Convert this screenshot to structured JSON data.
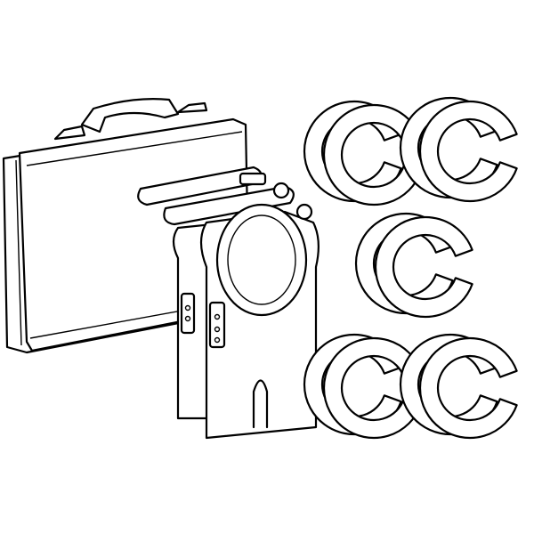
{
  "illustration": {
    "items": [
      "carrying-case",
      "clamp-tool-left",
      "clamp-tool-right",
      "ring-set"
    ],
    "ring_pairs": 5,
    "colors": {
      "line": "#000000",
      "background": "#ffffff"
    }
  }
}
